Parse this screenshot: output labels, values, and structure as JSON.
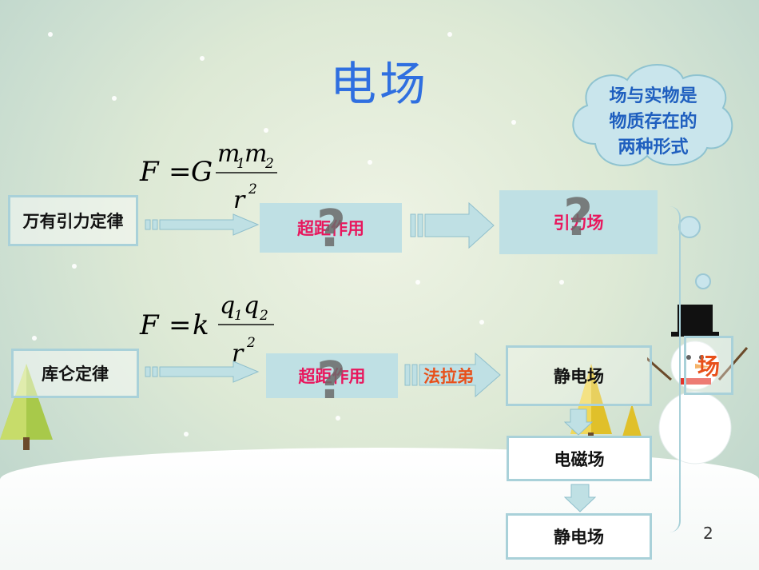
{
  "slide": {
    "title": "电场",
    "page_number": "2"
  },
  "formulas": {
    "gravity": {
      "lhs": "F",
      "eq": "=",
      "coef": "G",
      "num_a": "m",
      "sub_a": "1",
      "num_b": "m",
      "sub_b": "2",
      "den": "r",
      "den_exp": "2"
    },
    "coulomb": {
      "lhs": "F",
      "eq": "=",
      "coef": "k",
      "num_a": "q",
      "sub_a": "1",
      "num_b": "q",
      "sub_b": "2",
      "den": "r",
      "den_exp": "2"
    }
  },
  "row1": {
    "law": "万有引力定律",
    "action": "超距作用",
    "result": "引力场"
  },
  "row2": {
    "law": "库仑定律",
    "action": "超距作用",
    "arrow_label": "法拉弟",
    "result": "静电场"
  },
  "chain": {
    "step2": "电磁场",
    "step3": "静电场"
  },
  "cloud": {
    "text_line1": "场与实物是",
    "text_line2": "物质存在的",
    "text_line3": "两种形式"
  },
  "field_label": "场",
  "question_mark": "?",
  "colors": {
    "title": "#2f6fe0",
    "highlight": "#e8175d",
    "orange": "#e8501a",
    "box_border": "#a9d1d9"
  }
}
